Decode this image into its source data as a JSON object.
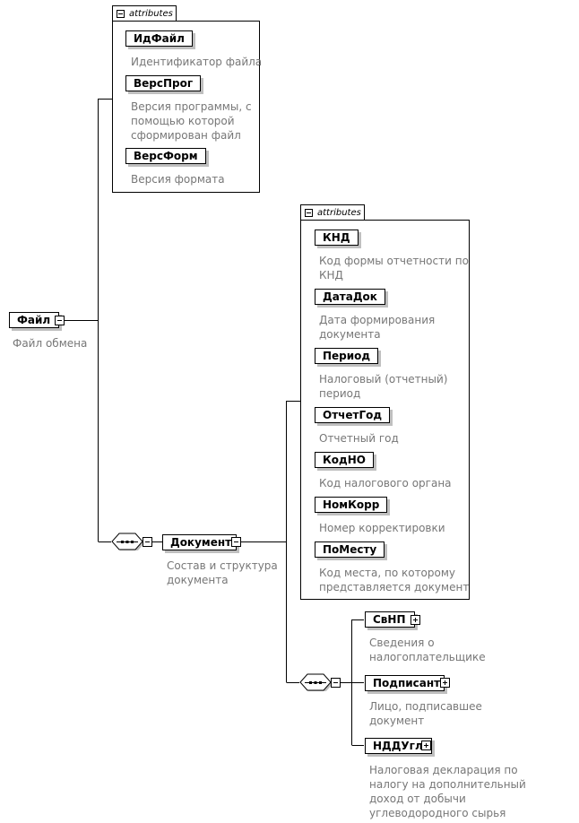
{
  "root": {
    "name": "Файл",
    "description": "Файл обмена",
    "attributes_label": "attributes",
    "attributes": [
      {
        "name": "ИдФайл",
        "description": [
          "Идентификатор файла"
        ]
      },
      {
        "name": "ВерсПрог",
        "description": [
          "Версия программы, с",
          "помощью которой",
          "сформирован файл"
        ]
      },
      {
        "name": "ВерсФорм",
        "description": [
          "Версия формата"
        ]
      }
    ]
  },
  "document": {
    "name": "Документ",
    "description": [
      "Состав и структура",
      "документа"
    ],
    "attributes_label": "attributes",
    "attributes": [
      {
        "name": "КНД",
        "description": [
          "Код формы отчетности по",
          "КНД"
        ]
      },
      {
        "name": "ДатаДок",
        "description": [
          "Дата формирования",
          "документа"
        ]
      },
      {
        "name": "Период",
        "description": [
          "Налоговый (отчетный)",
          "период"
        ]
      },
      {
        "name": "ОтчетГод",
        "description": [
          "Отчетный год"
        ]
      },
      {
        "name": "КодНО",
        "description": [
          "Код налогового органа"
        ]
      },
      {
        "name": "НомКорр",
        "description": [
          "Номер корректировки"
        ]
      },
      {
        "name": "ПоМесту",
        "description": [
          "Код места, по которому",
          "представляется документ"
        ]
      }
    ],
    "children": [
      {
        "name": "СвНП",
        "description": [
          "Сведения о",
          "налогоплательщике"
        ]
      },
      {
        "name": "Подписант",
        "description": [
          "Лицо, подписавшее",
          "документ"
        ]
      },
      {
        "name": "НДДУгл",
        "description": [
          "Налоговая декларация по",
          "налогу на дополнительный",
          "доход от добычи",
          "углеводородного сырья"
        ]
      }
    ]
  }
}
